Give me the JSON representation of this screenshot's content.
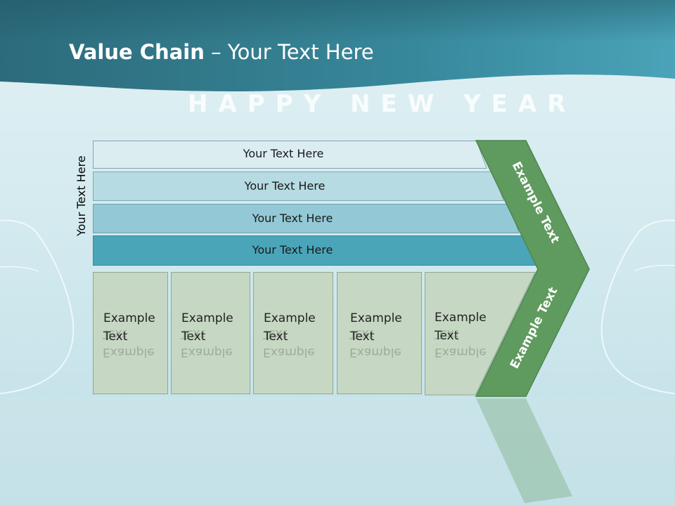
{
  "slide": {
    "title_bold": "Value Chain",
    "title_rest": " – Your Text Here",
    "watermark": "HAPPY NEW YEAR",
    "side_label": "Your Text Here"
  },
  "bars": [
    {
      "label": "Your Text Here",
      "color": "#dcedf1"
    },
    {
      "label": "Your Text Here",
      "color": "#b6dbe2"
    },
    {
      "label": "Your Text Here",
      "color": "#93c9d6"
    },
    {
      "label": "Your Text Here",
      "color": "#4aa5b9"
    }
  ],
  "boxes": [
    {
      "label": "Example Text"
    },
    {
      "label": "Example Text"
    },
    {
      "label": "Example Text"
    },
    {
      "label": "Example Text"
    },
    {
      "label": "Example Text"
    }
  ],
  "chevron": {
    "top_label": "Example Text",
    "bottom_label": "Example Text",
    "color": "#5f9a5e"
  },
  "colors": {
    "header_dark": "#2d6f7e",
    "header_light": "#4aa3b8",
    "box_fill": "#c6d8c3"
  }
}
